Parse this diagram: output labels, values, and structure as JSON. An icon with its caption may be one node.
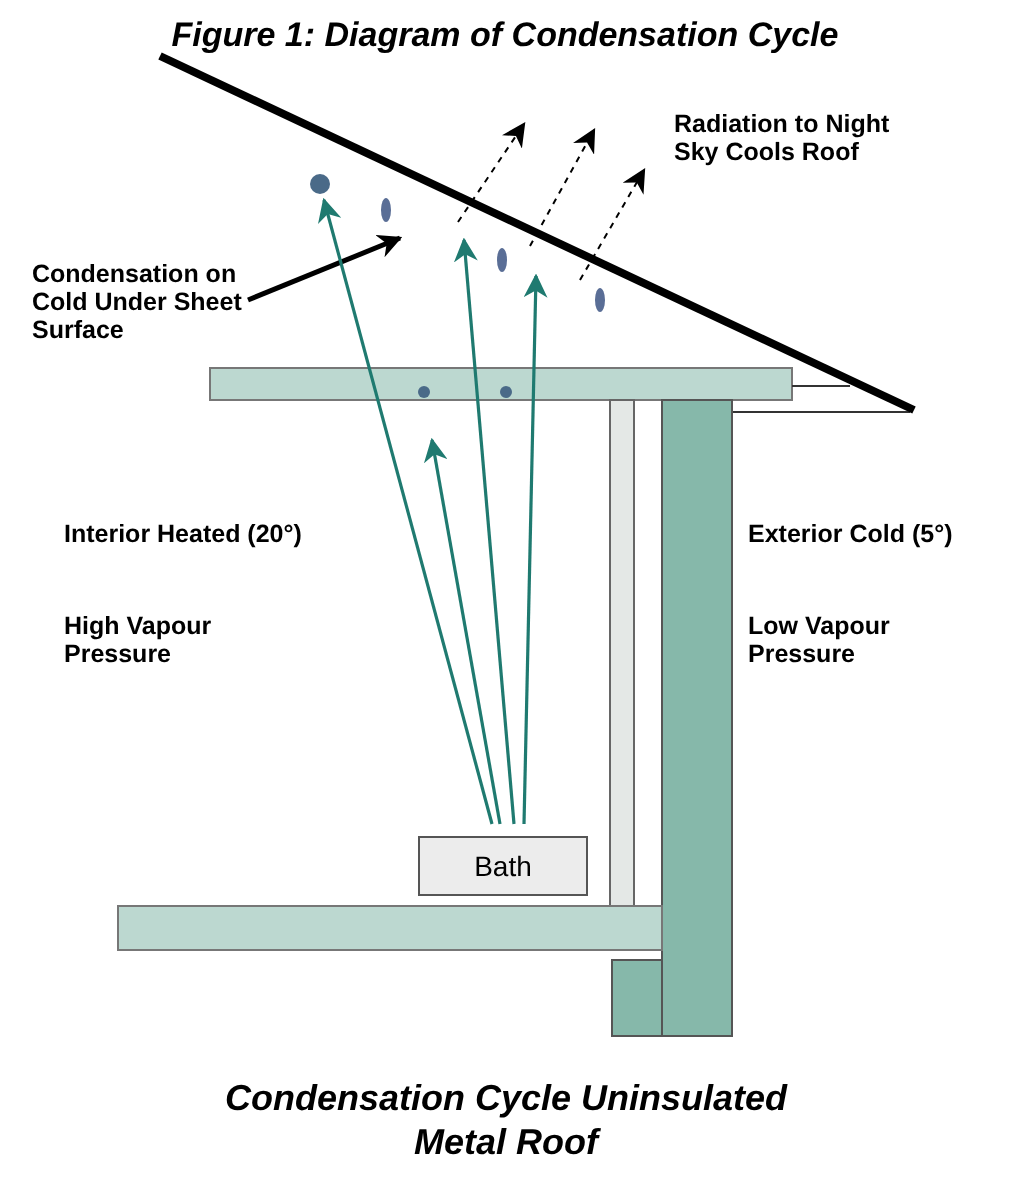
{
  "diagram": {
    "title": "Figure 1:  Diagram of Condensation Cycle",
    "caption": "Condensation Cycle Uninsulated Metal Roof",
    "nodes": [
      {
        "text": [
          "Condensation on Cold Under Sheet Surface"
        ]
      },
      {
        "text": [
          "Bath"
        ]
      }
    ],
    "edges": [
      {
        "from": 0,
        "to": null,
        "arrow": "to",
        "color": "#000000"
      },
      {
        "from": 1,
        "to": null,
        "arrow": "to"
      },
      {
        "from": 1,
        "to": null,
        "arrow": "to"
      },
      {
        "from": 1,
        "to": null,
        "arrow": "to"
      },
      {
        "from": 1,
        "to": null,
        "arrow": "to"
      }
    ],
    "labels": [
      "Radiation to Night Sky Cools Roof",
      "Interior Heated (20°)",
      "High Vapour Pressure",
      "Exterior Cold (5°)",
      "Low Vapour Pressure"
    ]
  }
}
